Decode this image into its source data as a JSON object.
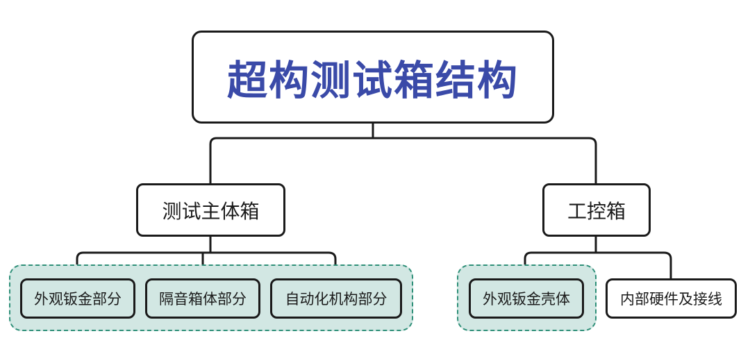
{
  "diagram": {
    "root": {
      "label": "超构测试箱结构"
    },
    "branches": [
      {
        "label": "测试主体箱",
        "children": [
          {
            "label": "外观钣金部分"
          },
          {
            "label": "隔音箱体部分"
          },
          {
            "label": "自动化机构部分"
          }
        ]
      },
      {
        "label": "工控箱",
        "children": [
          {
            "label": "外观钣金壳体"
          },
          {
            "label": "内部硬件及接线"
          }
        ]
      }
    ],
    "colors": {
      "title_text": "#3a4aa8",
      "border": "#1a1a1a",
      "group_fill": "#d2e7e3",
      "group_dash": "#2e8f78"
    }
  }
}
